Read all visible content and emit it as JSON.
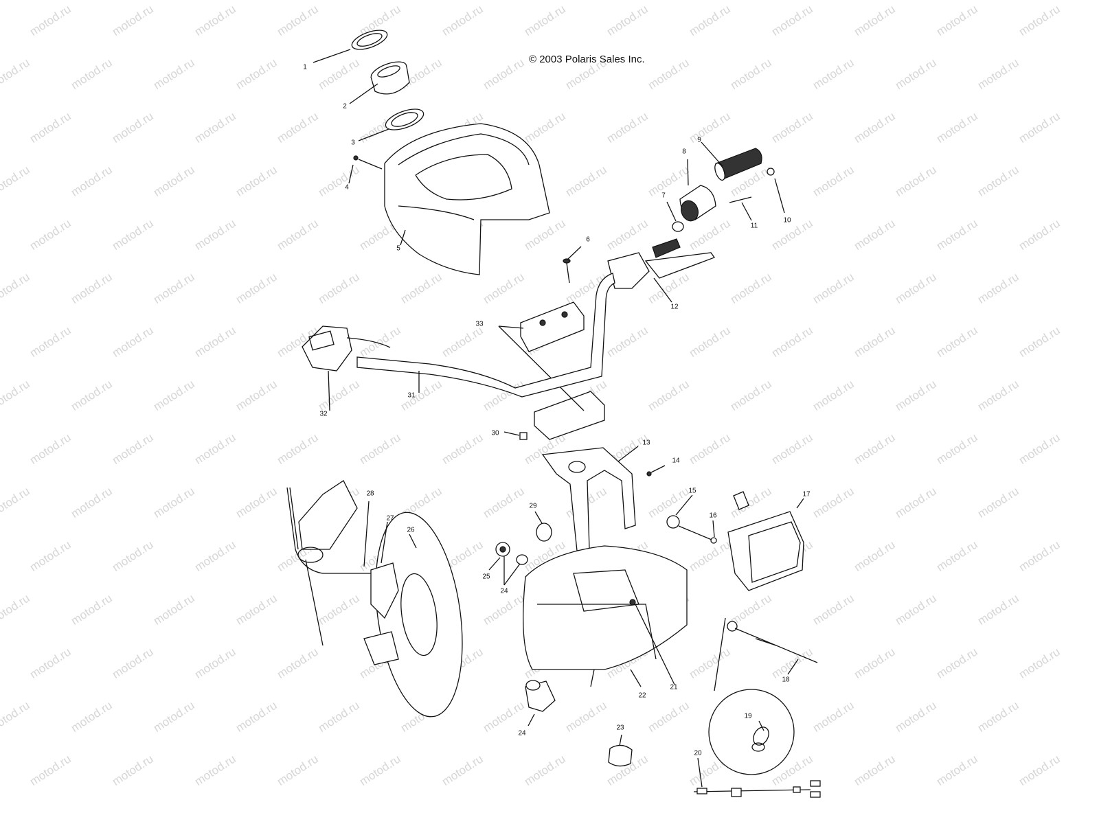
{
  "copyright": "© 2003 Polaris Sales Inc.",
  "watermark": "motod.ru",
  "callouts": [
    "1",
    "2",
    "3",
    "4",
    "5",
    "6",
    "7",
    "8",
    "9",
    "10",
    "11",
    "12",
    "13",
    "14",
    "15",
    "16",
    "17",
    "18",
    "19",
    "20",
    "21",
    "22",
    "23",
    "24",
    "24",
    "25",
    "26",
    "27",
    "28",
    "29",
    "30",
    "31",
    "32",
    "33"
  ]
}
